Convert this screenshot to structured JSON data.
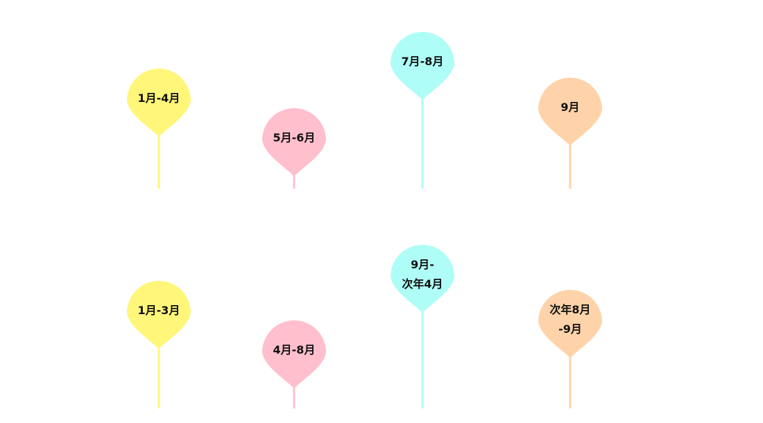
{
  "colors": {
    "yellow": "#FFF67A",
    "pink": "#FFBFCD",
    "cyan": "#AEFDF6",
    "peach": "#FFD3A9"
  },
  "rows": [
    {
      "pins": [
        {
          "label": "1月-4月",
          "color": "yellow"
        },
        {
          "label": "5月-6月",
          "color": "pink"
        },
        {
          "label": "7月-8月",
          "color": "cyan"
        },
        {
          "label": "9月",
          "color": "peach"
        }
      ]
    },
    {
      "pins": [
        {
          "label": "1月-3月",
          "color": "yellow"
        },
        {
          "label": "4月-8月",
          "color": "pink"
        },
        {
          "label": "9月-\n次年4月",
          "color": "cyan"
        },
        {
          "label": "次年8月\n-9月",
          "color": "peach"
        }
      ]
    }
  ]
}
